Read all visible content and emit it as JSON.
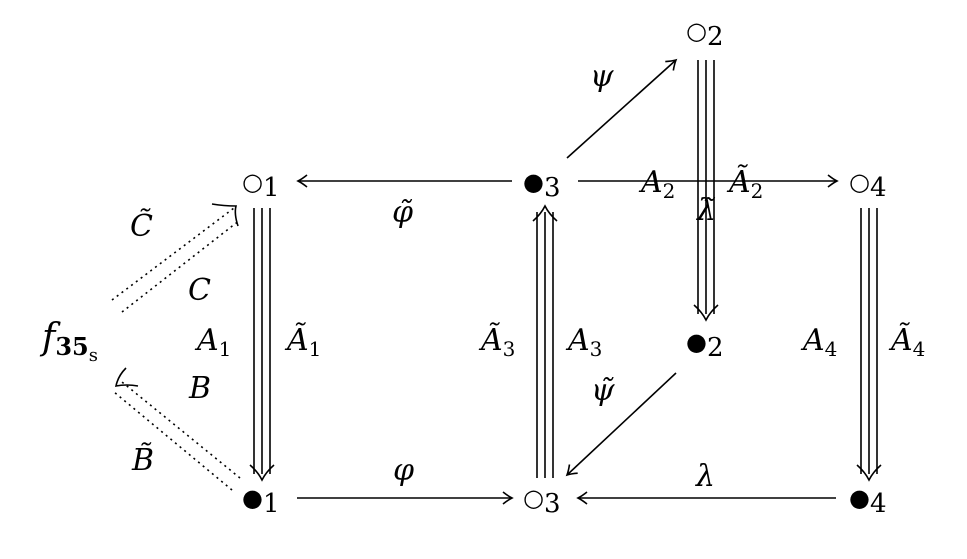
{
  "nodes": {
    "o1": {
      "symbol": "○",
      "index": "1"
    },
    "b3": {
      "symbol": "●",
      "index": "3"
    },
    "o2": {
      "symbol": "○",
      "index": "2"
    },
    "o4": {
      "symbol": "○",
      "index": "4"
    },
    "b2": {
      "symbol": "●",
      "index": "2"
    },
    "b1": {
      "symbol": "●",
      "index": "1"
    },
    "o3": {
      "symbol": "○",
      "index": "3"
    },
    "b4": {
      "symbol": "●",
      "index": "4"
    }
  },
  "f_node": {
    "base": "f",
    "bold_sub": "35",
    "sub_sub": "s"
  },
  "labels": {
    "phi_tilde": "φ̃",
    "phi": "φ",
    "psi": "ψ",
    "psi_tilde": "ψ̃",
    "lambda": "λ",
    "lambda_tilde": "λ̃",
    "A1": {
      "base": "A",
      "sub": "1"
    },
    "A1t": {
      "base": "Ã",
      "sub": "1"
    },
    "A2": {
      "base": "A",
      "sub": "2"
    },
    "A2t": {
      "base": "Ã",
      "sub": "2"
    },
    "A3": {
      "base": "A",
      "sub": "3"
    },
    "A3t": {
      "base": "Ã",
      "sub": "3"
    },
    "A4": {
      "base": "A",
      "sub": "4"
    },
    "A4t": {
      "base": "Ã",
      "sub": "4"
    },
    "C": "C",
    "Ct": "C̃",
    "B": "B",
    "Bt": "B̃"
  }
}
